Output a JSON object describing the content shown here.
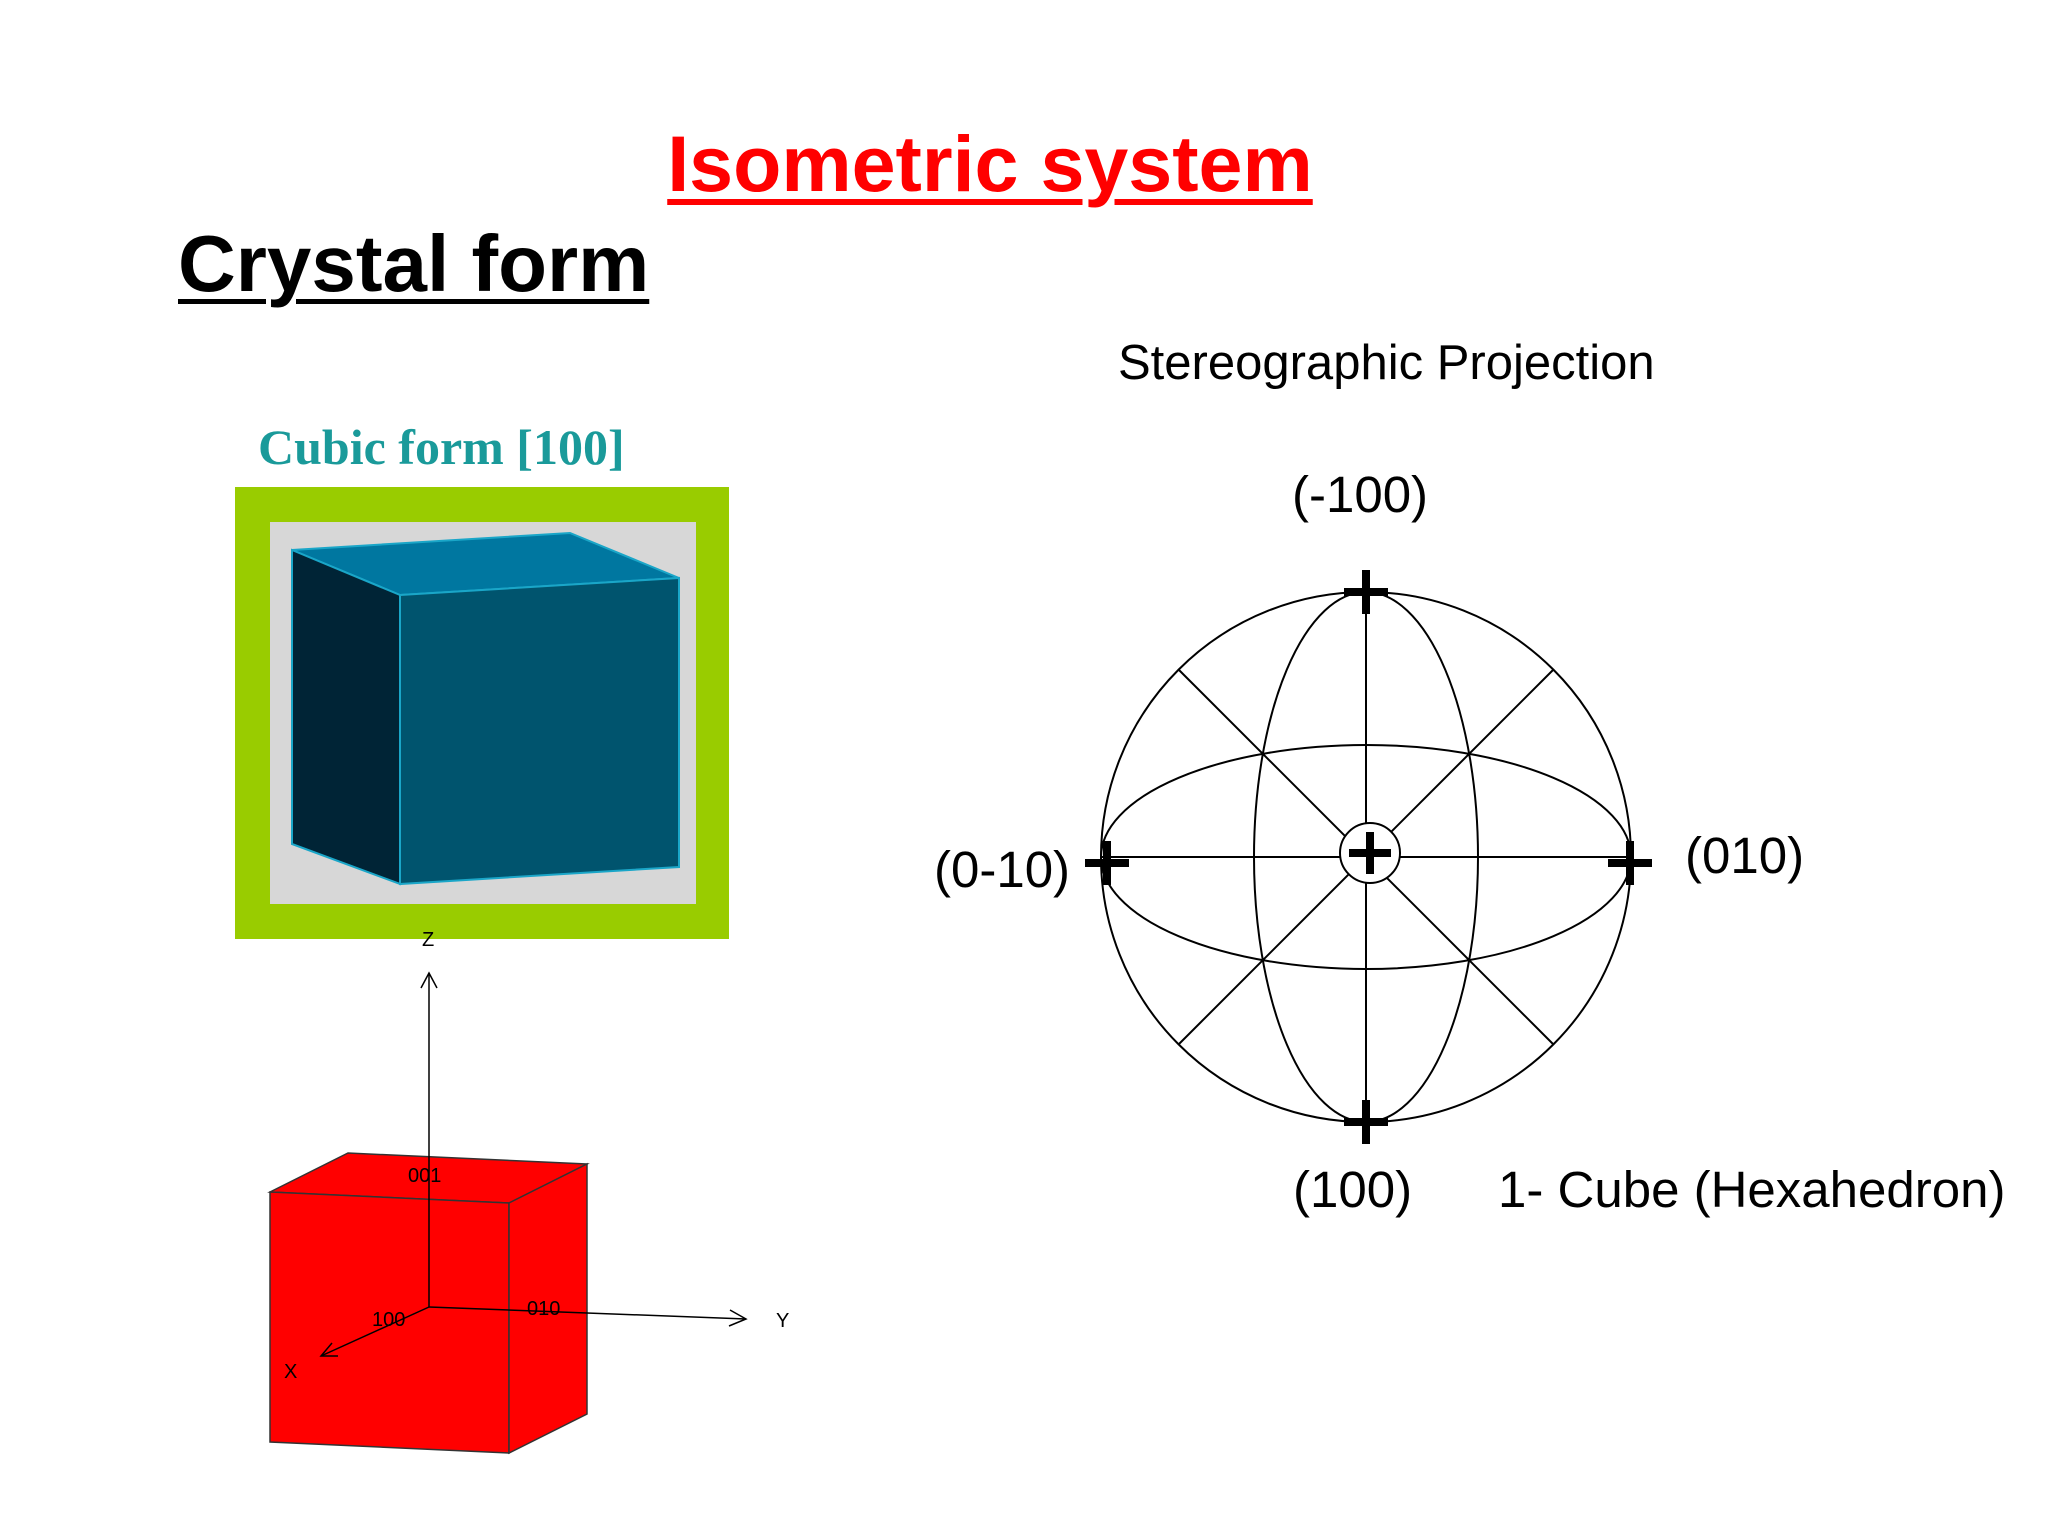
{
  "title": "Isometric system",
  "subtitle": "Crystal form",
  "cubic_form": {
    "label": "Cubic form [100]"
  },
  "axes_diagram": {
    "z_label": "Z",
    "y_label": "Y",
    "x_label": "X",
    "face_top": "001",
    "face_front": "100",
    "face_right": "010",
    "cube_color": "#ff0000"
  },
  "stereographic": {
    "title": "Stereographic Projection",
    "poles": {
      "top": "(-100)",
      "bottom": "(100)",
      "left": "(0-10)",
      "right": "(010)"
    },
    "form_name": "1- Cube (Hexahedron)"
  },
  "colors": {
    "title": "#ff0000",
    "cubic_label": "#1a9a9a",
    "frame": "#99cc00",
    "cube_blue_top": "#0077a0",
    "cube_blue_front": "#00546e",
    "cube_blue_side": "#002436"
  }
}
